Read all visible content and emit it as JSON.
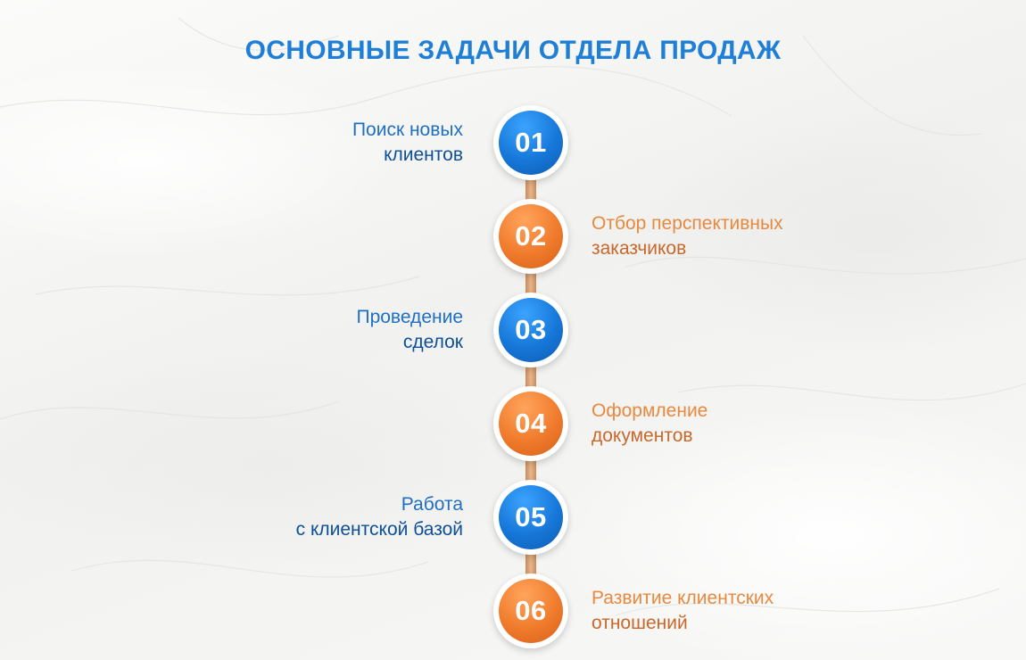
{
  "title": "ОСНОВНЫЕ ЗАДАЧИ ОТДЕЛА ПРОДАЖ",
  "colors": {
    "blue": "#1677d8",
    "orange": "#f07b2c",
    "connector": "#d9a273",
    "title": "#1f7fd6"
  },
  "steps": [
    {
      "number": "01",
      "color": "blue",
      "side": "left",
      "line1": "Поиск новых",
      "line2": "клиентов"
    },
    {
      "number": "02",
      "color": "orange",
      "side": "right",
      "line1": "Отбор перспективных",
      "line2": "заказчиков"
    },
    {
      "number": "03",
      "color": "blue",
      "side": "left",
      "line1": "Проведение",
      "line2": "сделок"
    },
    {
      "number": "04",
      "color": "orange",
      "side": "right",
      "line1": "Оформление",
      "line2": "документов"
    },
    {
      "number": "05",
      "color": "blue",
      "side": "left",
      "line1": "Работа",
      "line2": "с клиентской базой"
    },
    {
      "number": "06",
      "color": "orange",
      "side": "right",
      "line1": "Развитие клиентских",
      "line2": "отношений"
    }
  ]
}
